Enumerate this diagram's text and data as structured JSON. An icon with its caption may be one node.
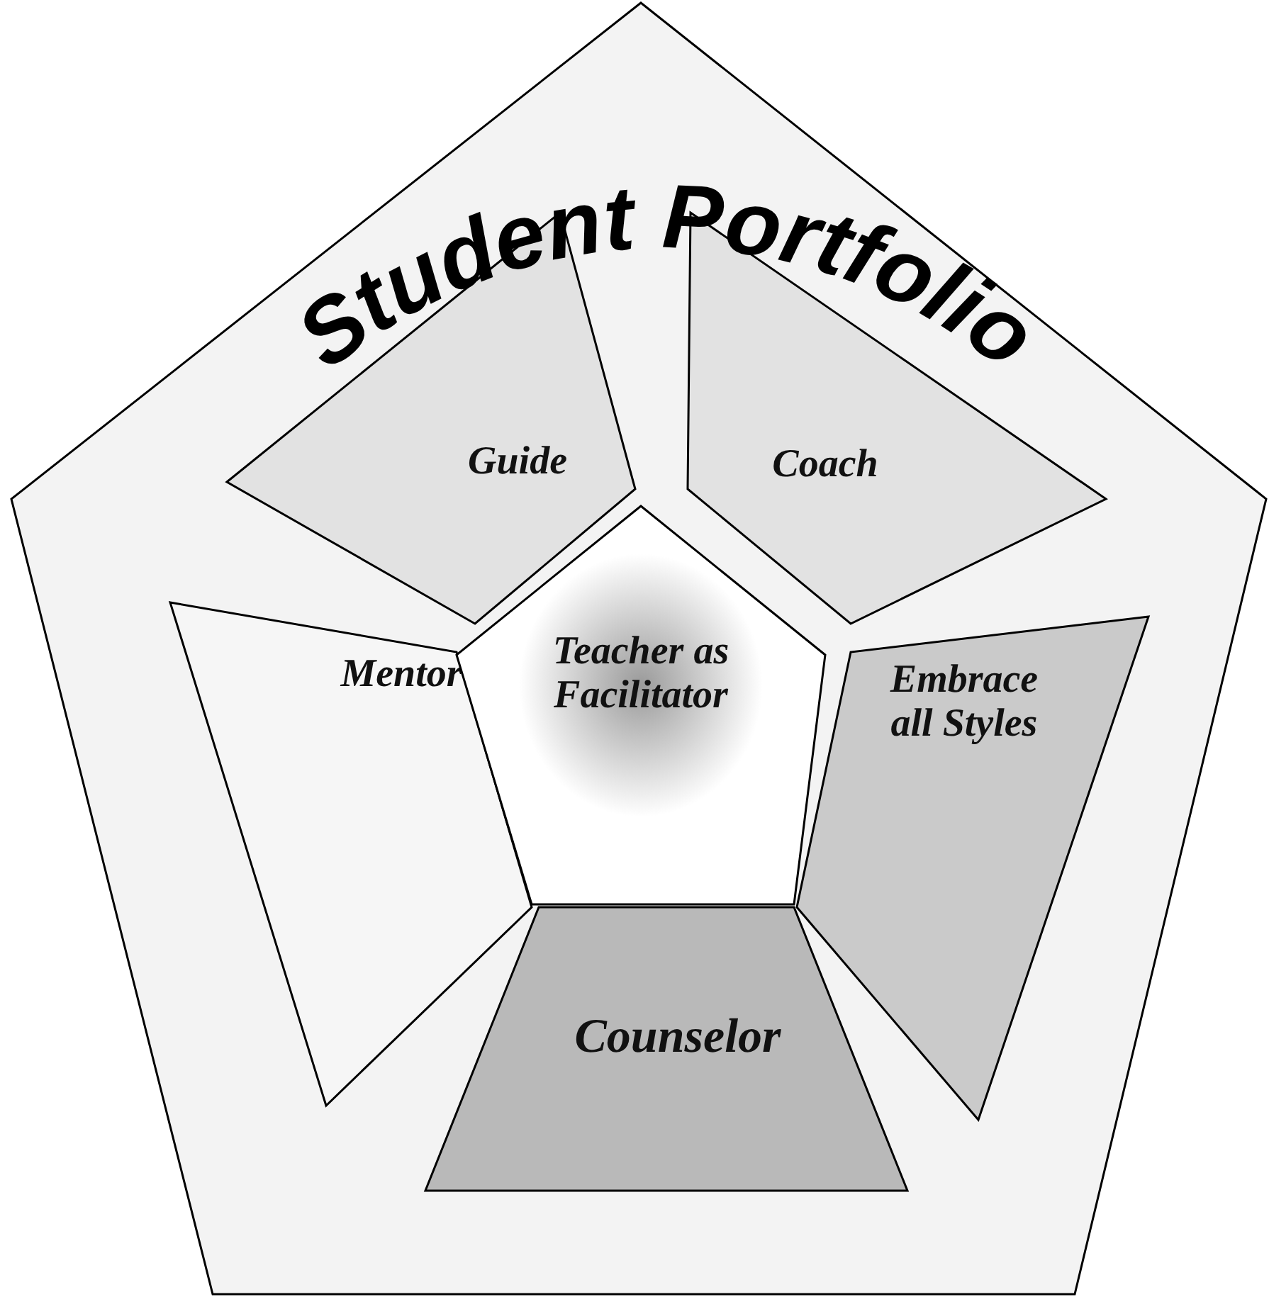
{
  "diagram": {
    "nodes": [
      {
        "text": [
          "Student Portfolio"
        ]
      },
      {
        "text": [
          "Guide"
        ],
        "in": 0
      },
      {
        "text": [
          "Coach"
        ],
        "in": 0
      },
      {
        "text": [
          "Mentor"
        ],
        "in": 0
      },
      {
        "text": [
          "Teacher as Facilitator"
        ],
        "in": 0
      },
      {
        "text": [
          "Embrace all Styles"
        ],
        "in": 0
      },
      {
        "text": [
          "Counselor"
        ],
        "in": 0
      }
    ]
  }
}
